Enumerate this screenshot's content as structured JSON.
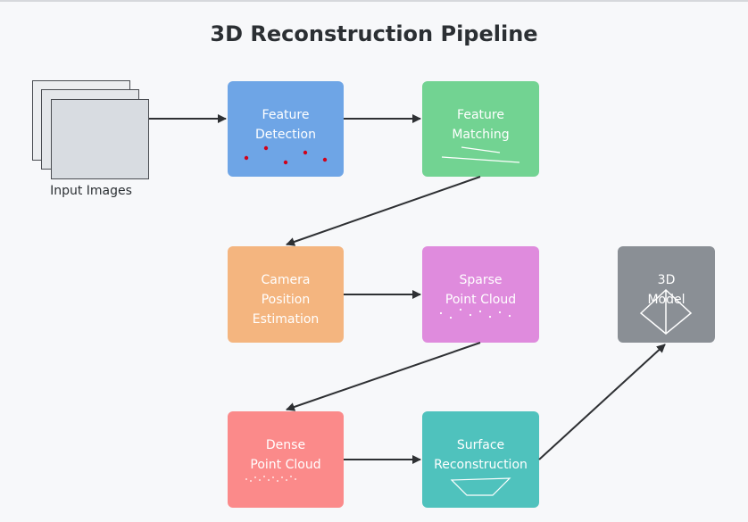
{
  "title": "3D Reconstruction Pipeline",
  "input": {
    "label": "Input Images"
  },
  "nodes": {
    "feature_detection": {
      "line1": "Feature",
      "line2": "Detection",
      "color": "#6ea5e6"
    },
    "feature_matching": {
      "line1": "Feature",
      "line2": "Matching",
      "color": "#72d392"
    },
    "camera_position": {
      "line1": "Camera",
      "line2": "Position",
      "line3": "Estimation",
      "color": "#f4b57f"
    },
    "sparse_point_cloud": {
      "line1": "Sparse",
      "line2": "Point Cloud",
      "color": "#df8bdd"
    },
    "model_3d": {
      "line1": "3D",
      "line2": "Model",
      "color": "#8a8f95"
    },
    "dense_point_cloud": {
      "line1": "Dense",
      "line2": "Point Cloud",
      "color": "#fb8a8a"
    },
    "surface_reconstruction": {
      "line1": "Surface",
      "line2": "Reconstruction",
      "color": "#4fc2bd"
    }
  },
  "colors": {
    "arrow": "#2e3033",
    "keypoint": "#d0021b",
    "background": "#f7f8fa"
  }
}
